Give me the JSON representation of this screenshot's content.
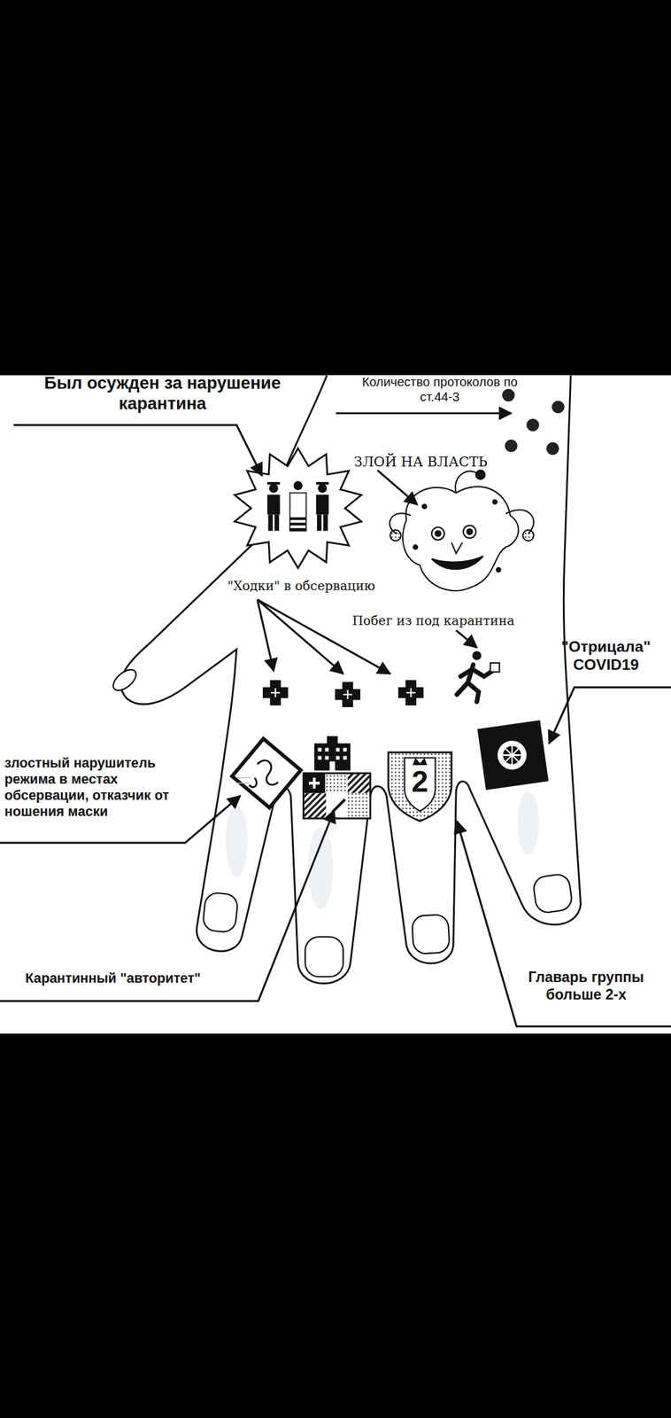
{
  "diagram": {
    "labels": [
      "Был осужден за нарушение карантина",
      "Количество протоколов по ст.44-3",
      "ЗЛОЙ НА ВЛАСТЬ",
      "\"Ходки\" в обсервацию",
      "Побег из под карантина",
      "\"Отрицала\" COVID19",
      "злостный нарушитель режима в местах обсервации, отказчик от ношения маски",
      "Карантинный \"авторитет\"",
      "Главарь группы больше 2-х",
      "2"
    ]
  }
}
